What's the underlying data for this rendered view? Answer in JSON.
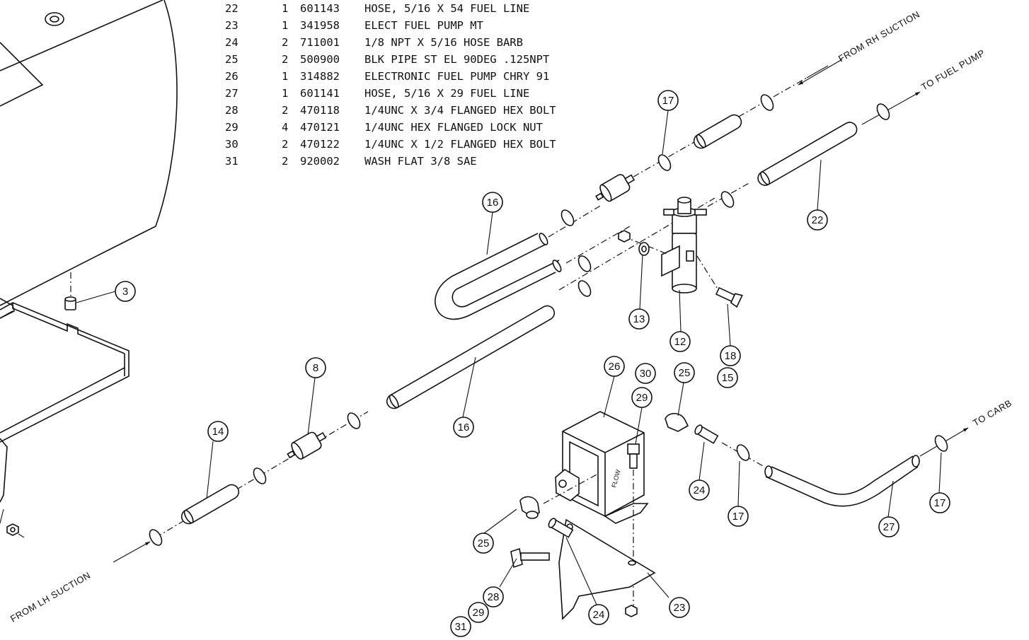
{
  "parts_list": [
    {
      "item": "22",
      "qty": "1",
      "part": "601143",
      "desc": "HOSE, 5/16 X 54 FUEL LINE"
    },
    {
      "item": "23",
      "qty": "1",
      "part": "341958",
      "desc": "ELECT FUEL PUMP MT"
    },
    {
      "item": "24",
      "qty": "2",
      "part": "711001",
      "desc": "1/8 NPT X 5/16 HOSE BARB"
    },
    {
      "item": "25",
      "qty": "2",
      "part": "500900",
      "desc": "BLK PIPE ST EL 90DEG .125NPT"
    },
    {
      "item": "26",
      "qty": "1",
      "part": "314882",
      "desc": "ELECTRONIC FUEL PUMP CHRY  91"
    },
    {
      "item": "27",
      "qty": "1",
      "part": "601141",
      "desc": "HOSE, 5/16 X 29 FUEL LINE"
    },
    {
      "item": "28",
      "qty": "2",
      "part": "470118",
      "desc": "1/4UNC X 3/4 FLANGED HEX BOLT"
    },
    {
      "item": "29",
      "qty": "4",
      "part": "470121",
      "desc": "1/4UNC HEX FLANGED LOCK NUT"
    },
    {
      "item": "30",
      "qty": "2",
      "part": "470122",
      "desc": "1/4UNC X 1/2 FLANGED HEX BOLT"
    },
    {
      "item": "31",
      "qty": "2",
      "part": "920002",
      "desc": "WASH FLAT 3/8 SAE"
    }
  ],
  "directions": {
    "rh_suction": "FROM RH SUCTION",
    "to_fuel_pump": "TO FUEL PUMP",
    "to_carb": "TO CARB",
    "lh_suction": "FROM LH SUCTION"
  },
  "balloons": {
    "b3": "3",
    "b8": "8",
    "b12": "12",
    "b13": "13",
    "b14": "14",
    "b15": "15",
    "b16a": "16",
    "b16b": "16",
    "b17a": "17",
    "b17b": "17",
    "b17c": "17",
    "b18": "18",
    "b22": "22",
    "b23": "23",
    "b24a": "24",
    "b24b": "24",
    "b25a": "25",
    "b25b": "25",
    "b26": "26",
    "b27": "27",
    "b28": "28",
    "b29a": "29",
    "b29b": "29",
    "b30": "30",
    "b31": "31"
  },
  "labels": {
    "flow": "FLOW"
  }
}
